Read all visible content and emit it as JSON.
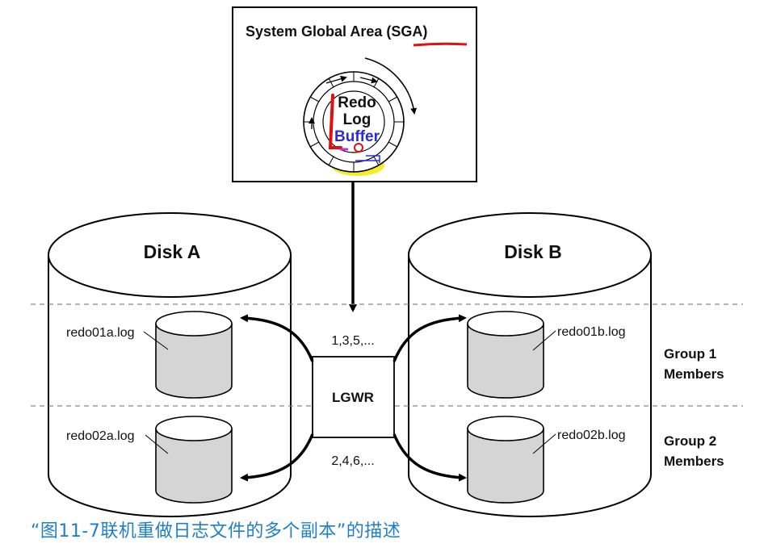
{
  "sga": {
    "title": "System Global Area (SGA)",
    "buffer_label": [
      "Redo",
      "Log",
      "Buffer"
    ]
  },
  "disk_a": {
    "label": "Disk A",
    "files": [
      "redo01a.log",
      "redo02a.log"
    ]
  },
  "disk_b": {
    "label": "Disk B",
    "files": [
      "redo01b.log",
      "redo02b.log"
    ]
  },
  "lgwr": {
    "label": "LGWR",
    "seq_top": "1,3,5,...",
    "seq_bottom": "2,4,6,..."
  },
  "groups": {
    "group1": [
      "Group 1",
      "Members"
    ],
    "group2": [
      "Group 2",
      "Members"
    ]
  },
  "caption": "“图11-7联机重做日志文件的多个副本”的描述",
  "colors": {
    "annotation_red": "#e01010",
    "annotation_yellow": "#f2ee2a",
    "annotation_blue": "#2a2ae0",
    "annotation_magenta": "#d42ad4",
    "caption_blue": "#1f7fc4"
  }
}
